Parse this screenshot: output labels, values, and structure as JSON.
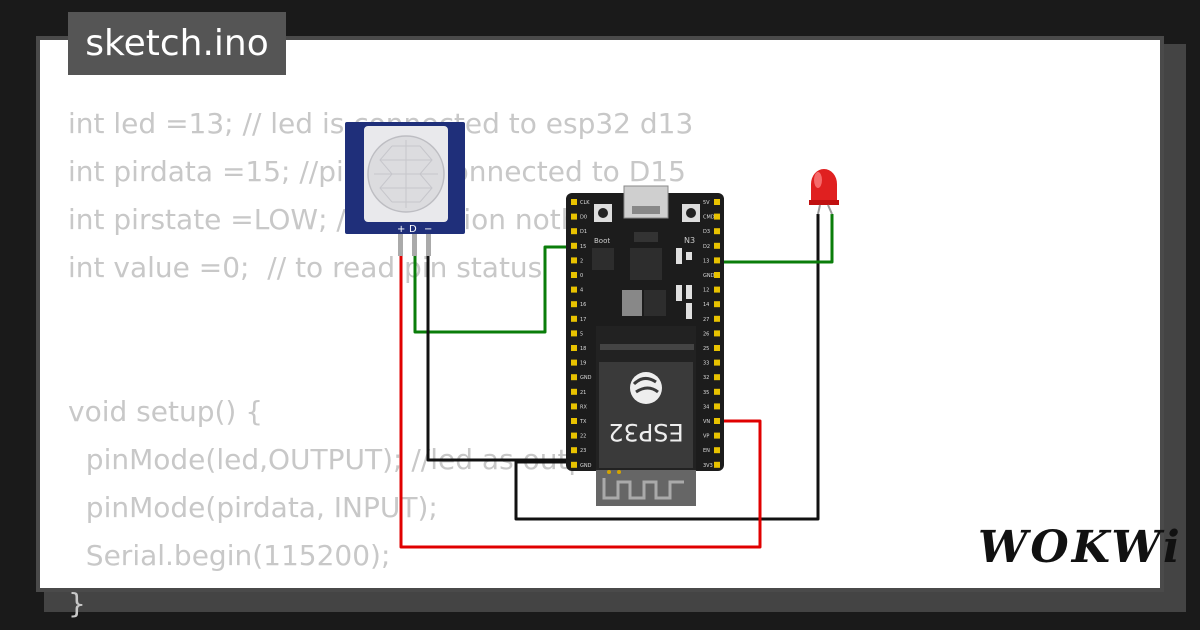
{
  "file_tab": {
    "label": "sketch.ino"
  },
  "code_lines": [
    "int led =13; // led is connected to esp32 d13",
    "int pirdata =15; //pir data connected to D15",
    "int pirstate =LOW; // no motion nothing now",
    "int value =0;  // to read pin status",
    "",
    "",
    "void setup() {",
    "  pinMode(led,OUTPUT); //led as output",
    "  pinMode(pirdata, INPUT);",
    "  Serial.begin(115200);",
    "}"
  ],
  "pir_sensor": {
    "pin_labels": [
      "+",
      "D",
      "−"
    ]
  },
  "esp32": {
    "chip_label": "ESP32",
    "boot_label": "Boot",
    "led_label": "N3",
    "left_pins": [
      "CLK",
      "D0",
      "D1",
      "15",
      "2",
      "0",
      "4",
      "16",
      "17",
      "5",
      "18",
      "19",
      "GND",
      "21",
      "RX",
      "TX",
      "22",
      "23",
      "GND"
    ],
    "right_pins": [
      "5V",
      "CMD",
      "D3",
      "D2",
      "13",
      "GND",
      "12",
      "14",
      "27",
      "26",
      "25",
      "33",
      "32",
      "35",
      "34",
      "VN",
      "VP",
      "EN",
      "3V3"
    ]
  },
  "brand": {
    "label": "WOKWi"
  },
  "colors": {
    "wire_green": "#0a7d0a",
    "wire_black": "#111111",
    "wire_red": "#e00000",
    "led_red": "#e02020",
    "pir_board": "#1f2f7a",
    "esp_board": "#1c1c1c",
    "pin_gold": "#e8c200"
  }
}
